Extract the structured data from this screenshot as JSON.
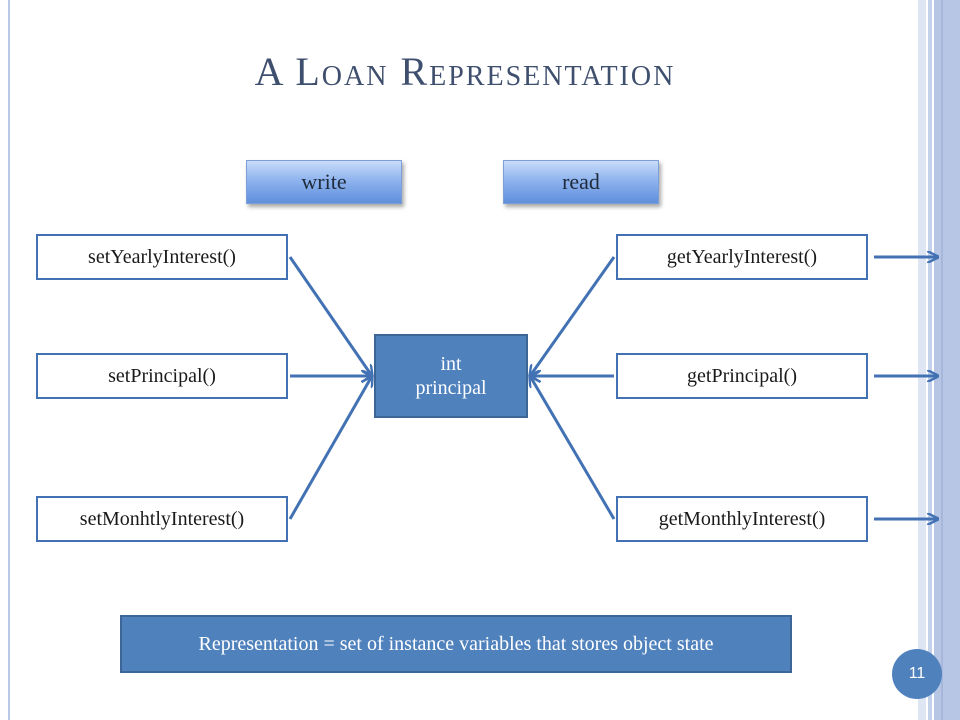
{
  "slide": {
    "title": "A Loan Representation",
    "page_number": "11"
  },
  "labels": {
    "write": "write",
    "read": "read"
  },
  "setters": [
    {
      "label": "setYearlyInterest()"
    },
    {
      "label": "setPrincipal()"
    },
    {
      "label": "setMonhtlyInterest()"
    }
  ],
  "getters": [
    {
      "label": "getYearlyInterest()"
    },
    {
      "label": "getPrincipal()"
    },
    {
      "label": "getMonthlyInterest()"
    }
  ],
  "center": {
    "line1": "int",
    "line2": "principal"
  },
  "note": "Representation = set of instance variables that stores object state",
  "colors": {
    "connector": "#4372b4",
    "box_fill": "#4f81bd",
    "title": "#3f4f6e"
  }
}
